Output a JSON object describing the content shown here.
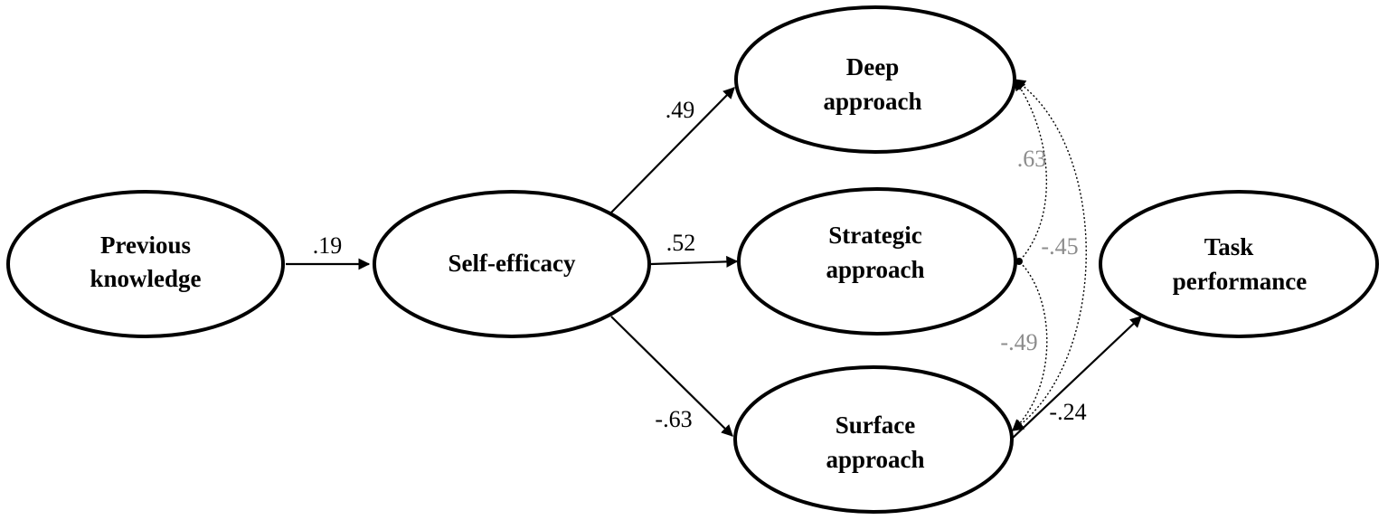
{
  "nodes": {
    "previous_knowledge": {
      "line1": "Previous",
      "line2": "knowledge"
    },
    "self_efficacy": {
      "line1": "Self-efficacy"
    },
    "deep_approach": {
      "line1": "Deep",
      "line2": "approach"
    },
    "strategic_approach": {
      "line1": "Strategic",
      "line2": "approach"
    },
    "surface_approach": {
      "line1": "Surface",
      "line2": "approach"
    },
    "task_performance": {
      "line1": "Task",
      "line2": "performance"
    }
  },
  "paths": {
    "previous_to_self_efficacy": ".19",
    "self_efficacy_to_deep": ".49",
    "self_efficacy_to_strategic": ".52",
    "self_efficacy_to_surface": "-.63",
    "surface_to_task": "-.24"
  },
  "correlations": {
    "deep_strategic": ".63",
    "deep_surface": "-.45",
    "strategic_surface": "-.49"
  },
  "colors": {
    "stroke": "#000000",
    "correlation_label": "#8c8c8c",
    "background": "#ffffff"
  }
}
